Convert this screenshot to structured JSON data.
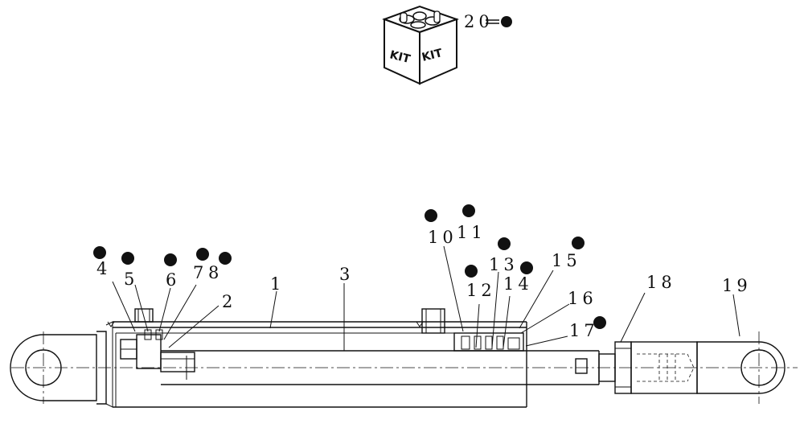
{
  "kit": {
    "label_left": "KIT",
    "label_right": "KIT",
    "callout": "20"
  },
  "callouts": [
    "1",
    "2",
    "3",
    "4",
    "5",
    "6",
    "7",
    "8",
    "10",
    "11",
    "12",
    "13",
    "14",
    "15",
    "16",
    "17",
    "18",
    "19"
  ]
}
